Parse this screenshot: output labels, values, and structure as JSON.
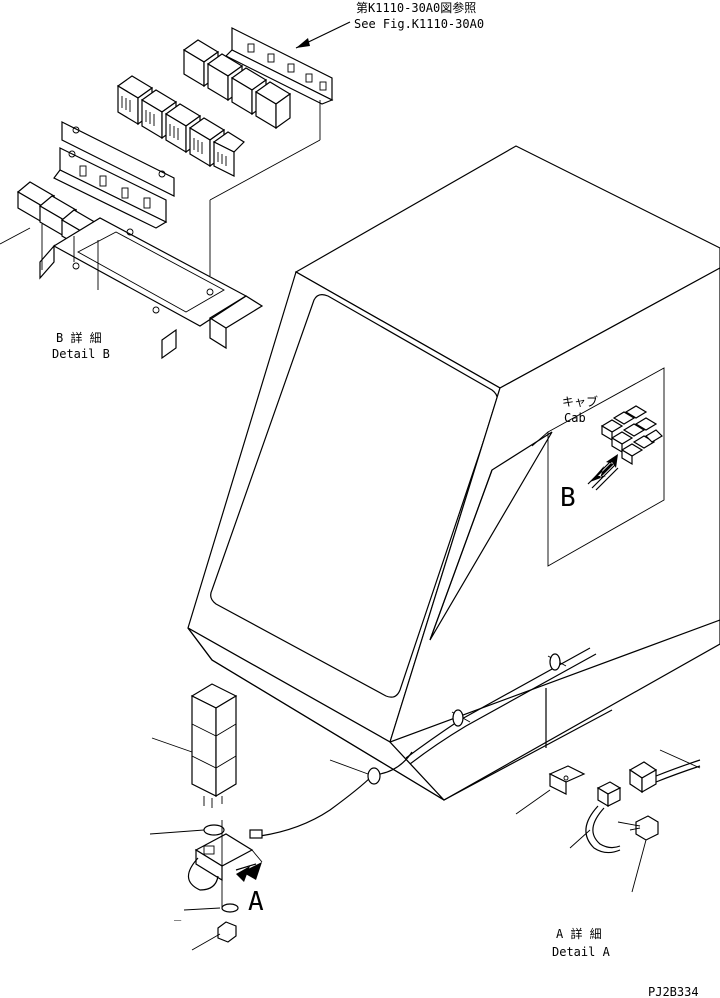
{
  "reference": {
    "jp": "第K1110-30A0図参照",
    "en": "See Fig.K1110-30A0"
  },
  "detail_b": {
    "jp": "B 詳 細",
    "en": "Detail B"
  },
  "cab": {
    "jp": "キャブ",
    "en": "Cab"
  },
  "marker_b": "B",
  "marker_a": "A",
  "detail_a": {
    "jp": "A 詳 細",
    "en": "Detail A"
  },
  "drawing_code": "PJ2B334",
  "underscore_mark": "_"
}
